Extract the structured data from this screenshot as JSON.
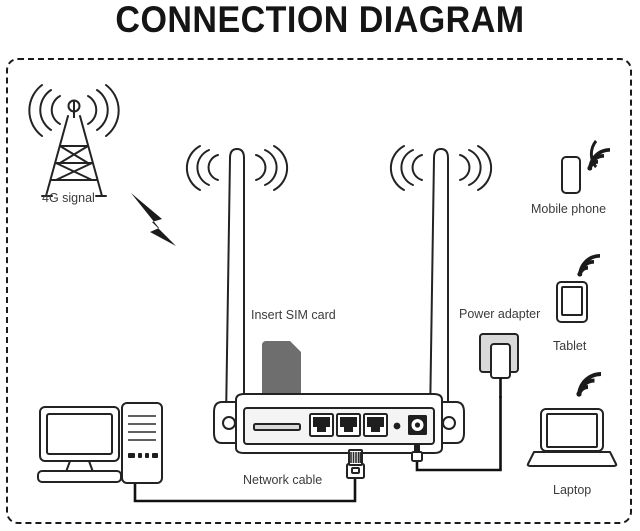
{
  "page": {
    "title": "CONNECTION DIAGRAM",
    "background_color": "#ffffff",
    "ink_color": "#232323",
    "label_color": "#3b3b3b",
    "frame_style": "dashed-rounded-rectangle"
  },
  "diagram": {
    "type": "4g-router-connection-diagram",
    "labels": {
      "signal": "4G signal",
      "sim": "Insert SIM card",
      "power_adapter": "Power adapter",
      "network_cable": "Network cable",
      "mobile_phone": "Mobile phone",
      "tablet": "Tablet",
      "laptop": "Laptop"
    },
    "nodes": [
      {
        "id": "cell-tower",
        "name": "4g-signal-tower",
        "label": "4G signal",
        "icon": "cell-tower-icon",
        "connection": "wireless"
      },
      {
        "id": "lightning",
        "name": "lightning-bolt",
        "label": "",
        "icon": "lightning-bolt-icon",
        "connection": "wireless"
      },
      {
        "id": "router",
        "name": "wifi-router",
        "label": "",
        "icon": "router-icon",
        "connection": "hub"
      },
      {
        "id": "sim-card",
        "name": "sim-card",
        "label": "Insert SIM card",
        "icon": "sim-card-icon",
        "connection": "slot"
      },
      {
        "id": "power-adapter",
        "name": "power-adapter",
        "label": "Power adapter",
        "icon": "power-adapter-icon",
        "connection": "dc-jack"
      },
      {
        "id": "desktop-pc",
        "name": "desktop-computer",
        "label": "",
        "icon": "desktop-pc-icon",
        "connection": "ethernet"
      },
      {
        "id": "network-cable",
        "name": "network-cable",
        "label": "Network cable",
        "icon": "rj45-connector-icon",
        "connection": "ethernet"
      },
      {
        "id": "mobile-phone",
        "name": "mobile-phone",
        "label": "Mobile phone",
        "icon": "mobile-phone-icon",
        "connection": "wifi"
      },
      {
        "id": "tablet",
        "name": "tablet",
        "label": "Tablet",
        "icon": "tablet-icon",
        "connection": "wifi"
      },
      {
        "id": "laptop",
        "name": "laptop",
        "label": "Laptop",
        "icon": "laptop-icon",
        "connection": "wifi"
      }
    ],
    "router_ports": {
      "sim_slot": "SIM card slot",
      "lan_ports": [
        "LAN port 1",
        "LAN port 2",
        "LAN port 3"
      ],
      "reset_button": "Reset",
      "dc_jack": "DC power jack",
      "antennas": [
        "antenna-left",
        "antenna-right"
      ]
    }
  }
}
